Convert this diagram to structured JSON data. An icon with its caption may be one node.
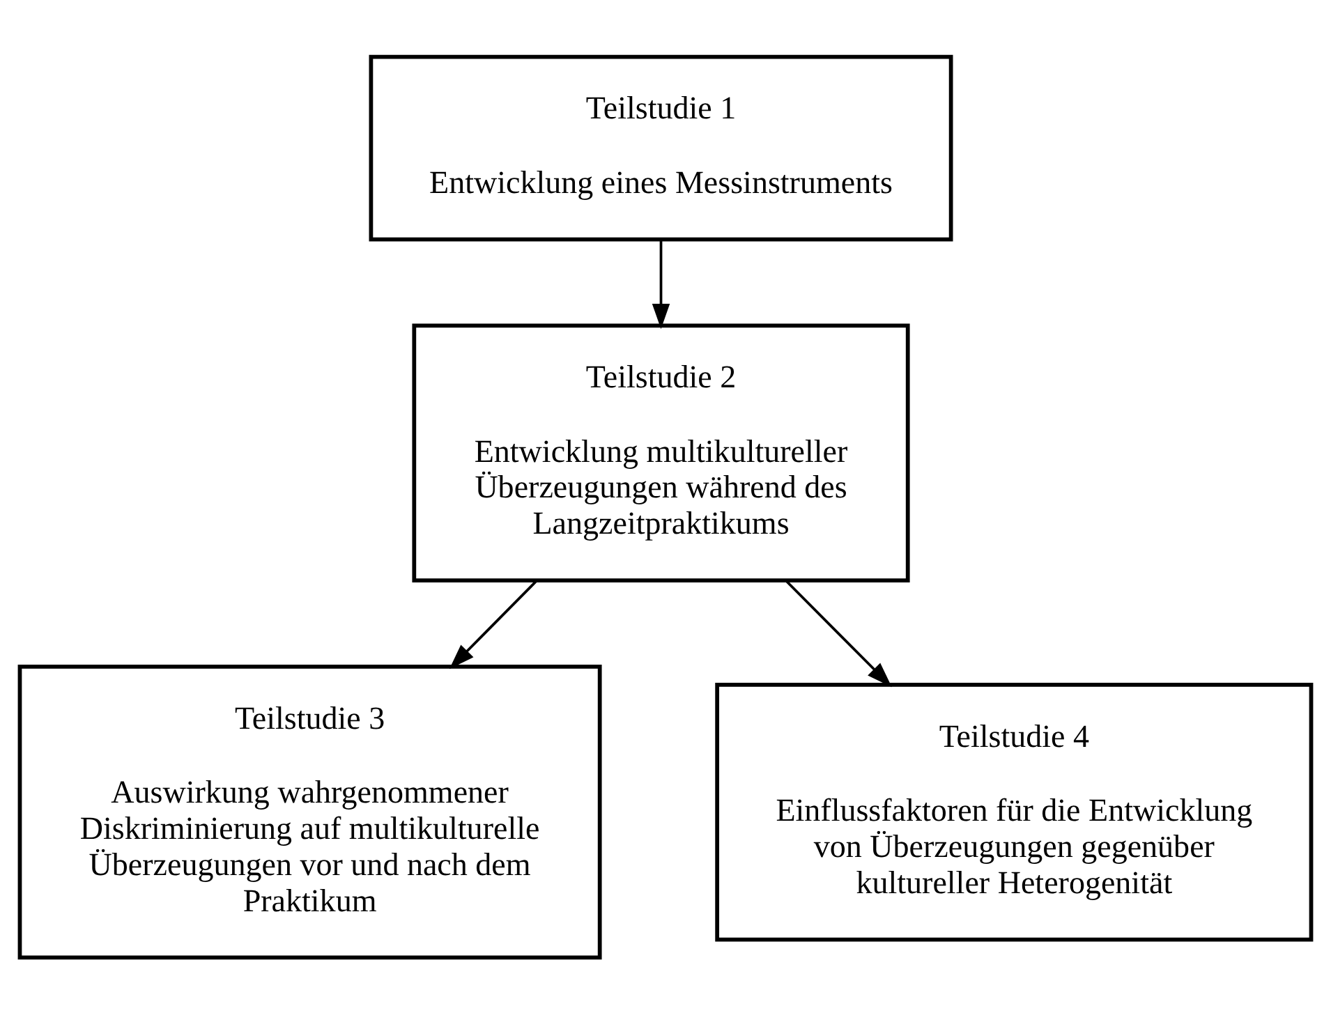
{
  "diagram": {
    "nodes": [
      {
        "text": [
          "Teilstudie 1",
          "Entwicklung eines Messinstruments"
        ]
      },
      {
        "text": [
          "Teilstudie 2",
          "Entwicklung multikultureller Überzeugungen während des Langzeitpraktikums"
        ]
      },
      {
        "text": [
          "Teilstudie 3",
          "Auswirkung wahrgenommener Diskriminierung auf multikulturelle Überzeugungen vor und nach dem Praktikum"
        ]
      },
      {
        "text": [
          "Teilstudie 4",
          "Einflussfaktoren für die Entwicklung von Überzeugungen gegenüber kultureller Heterogenität"
        ]
      }
    ],
    "edges": [
      {
        "from": 0,
        "to": 1,
        "arrow": "to"
      },
      {
        "from": 1,
        "to": 2,
        "arrow": "to"
      },
      {
        "from": 1,
        "to": 3,
        "arrow": "to"
      }
    ]
  }
}
